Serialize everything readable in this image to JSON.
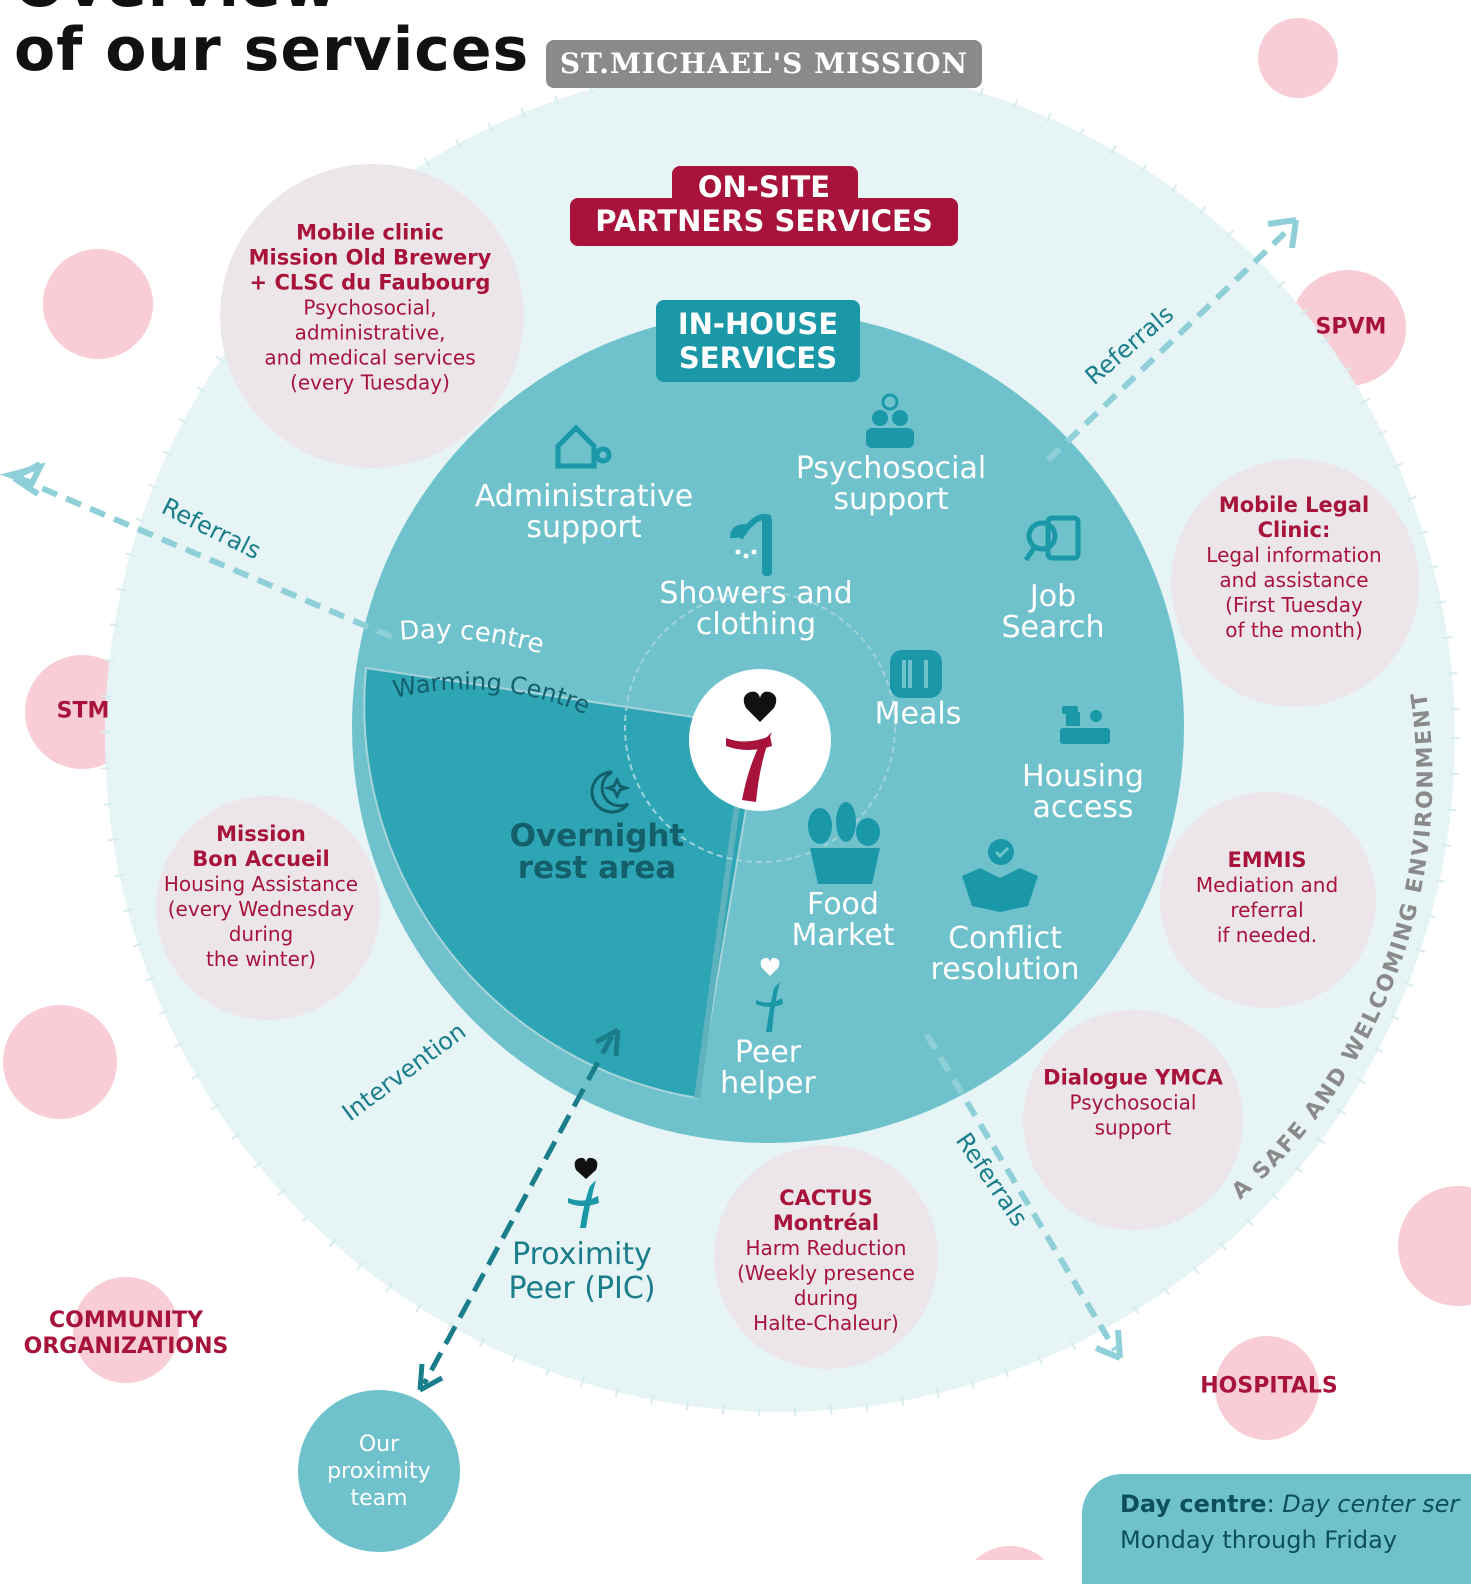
{
  "header": {
    "title_line1": "Overview",
    "title_line2": "of our services",
    "organization": "ST.MICHAEL'S MISSION"
  },
  "badges": {
    "partners_line1": "ON-SITE",
    "partners_line2": "PARTNERS SERVICES",
    "inhouse_line1": "IN-HOUSE",
    "inhouse_line2": "SERVICES"
  },
  "inhouse_services": {
    "administrative": [
      "Administrative",
      "support"
    ],
    "psychosocial": [
      "Psychosocial",
      "support"
    ],
    "showers": [
      "Showers and",
      "clothing"
    ],
    "job": [
      "Job",
      "Search"
    ],
    "meals": "Meals",
    "housing": [
      "Housing",
      "access"
    ],
    "food": [
      "Food",
      "Market"
    ],
    "conflict": [
      "Conflict",
      "resolution"
    ],
    "peer_helper": [
      "Peer",
      "helper"
    ]
  },
  "zones": {
    "day_centre": "Day centre",
    "warming_centre": "Warming Centre",
    "overnight": [
      "Overnight",
      "rest area"
    ]
  },
  "partners": {
    "mobile_clinic": {
      "name": [
        "Mobile clinic",
        "Mission Old Brewery",
        "+ CLSC du Faubourg"
      ],
      "desc": [
        "Psychosocial,",
        "administrative,",
        "and medical services",
        "(every Tuesday)"
      ]
    },
    "legal_clinic": {
      "name": [
        "Mobile Legal",
        "Clinic:"
      ],
      "desc": [
        "Legal information",
        "and assistance",
        "(First Tuesday",
        "of the month)"
      ]
    },
    "emmis": {
      "name": [
        "EMMIS"
      ],
      "desc": [
        "Mediation and",
        "referral",
        "if needed."
      ]
    },
    "dialogue": {
      "name": [
        "Dialogue YMCA"
      ],
      "desc": [
        "Psychosocial",
        "support"
      ]
    },
    "cactus": {
      "name": [
        "CACTUS",
        "Montréal"
      ],
      "desc": [
        "Harm Reduction",
        "(Weekly presence",
        "during",
        "Halte-Chaleur)"
      ]
    },
    "bon_accueil": {
      "name": [
        "Mission",
        "Bon Accueil"
      ],
      "desc": [
        "Housing Assistance",
        "(every Wednesday",
        "during",
        "the winter)"
      ]
    }
  },
  "external": {
    "spvm": "SPVM",
    "stm": "STM",
    "community": [
      "COMMUNITY",
      "ORGANIZATIONS"
    ],
    "hospitals": "HOSPITALS"
  },
  "arrows": {
    "referrals": "Referrals",
    "intervention": "Intervention"
  },
  "ring_caption": "A SAFE AND WELCOMING ENVIRONMENT",
  "proximity": {
    "peer": [
      "Proximity",
      "Peer (PIC)"
    ],
    "team": [
      "Our",
      "proximity",
      "team"
    ]
  },
  "schedule": {
    "bold": "Day centre",
    "italic": "Day center ser",
    "line2": "Monday through Friday"
  },
  "colors": {
    "burgundy": "#a8133b",
    "teal": "#1a98a8",
    "inner_disc": "#6fc2cc",
    "outer_ring": "#e3f2f4",
    "pink": "#f8cdd6"
  }
}
